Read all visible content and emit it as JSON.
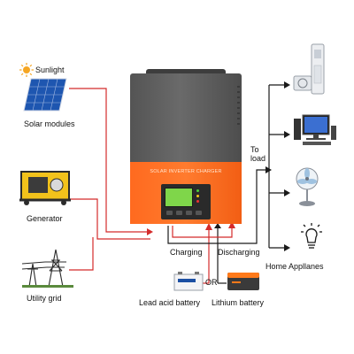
{
  "sources": {
    "sunlight": "Sunlight",
    "solar": "Solar modules",
    "generator": "Generator",
    "grid": "Utility grid"
  },
  "inverter": {
    "brand": "SOLAR INVERTER CHARGER"
  },
  "flows": {
    "charging": "Charging",
    "discharging": "Discharging",
    "to_load": "To\nload"
  },
  "batteries": {
    "or": "OR",
    "lead_acid": "Lead acid battery",
    "lithium": "Lithium battery"
  },
  "load": {
    "home": "Home Appllanes"
  },
  "colors": {
    "ac_wire": "#d42b2b",
    "dc_wire": "#1a1a1a",
    "orange": "#ff6a1f",
    "gray": "#5a5a5a"
  }
}
